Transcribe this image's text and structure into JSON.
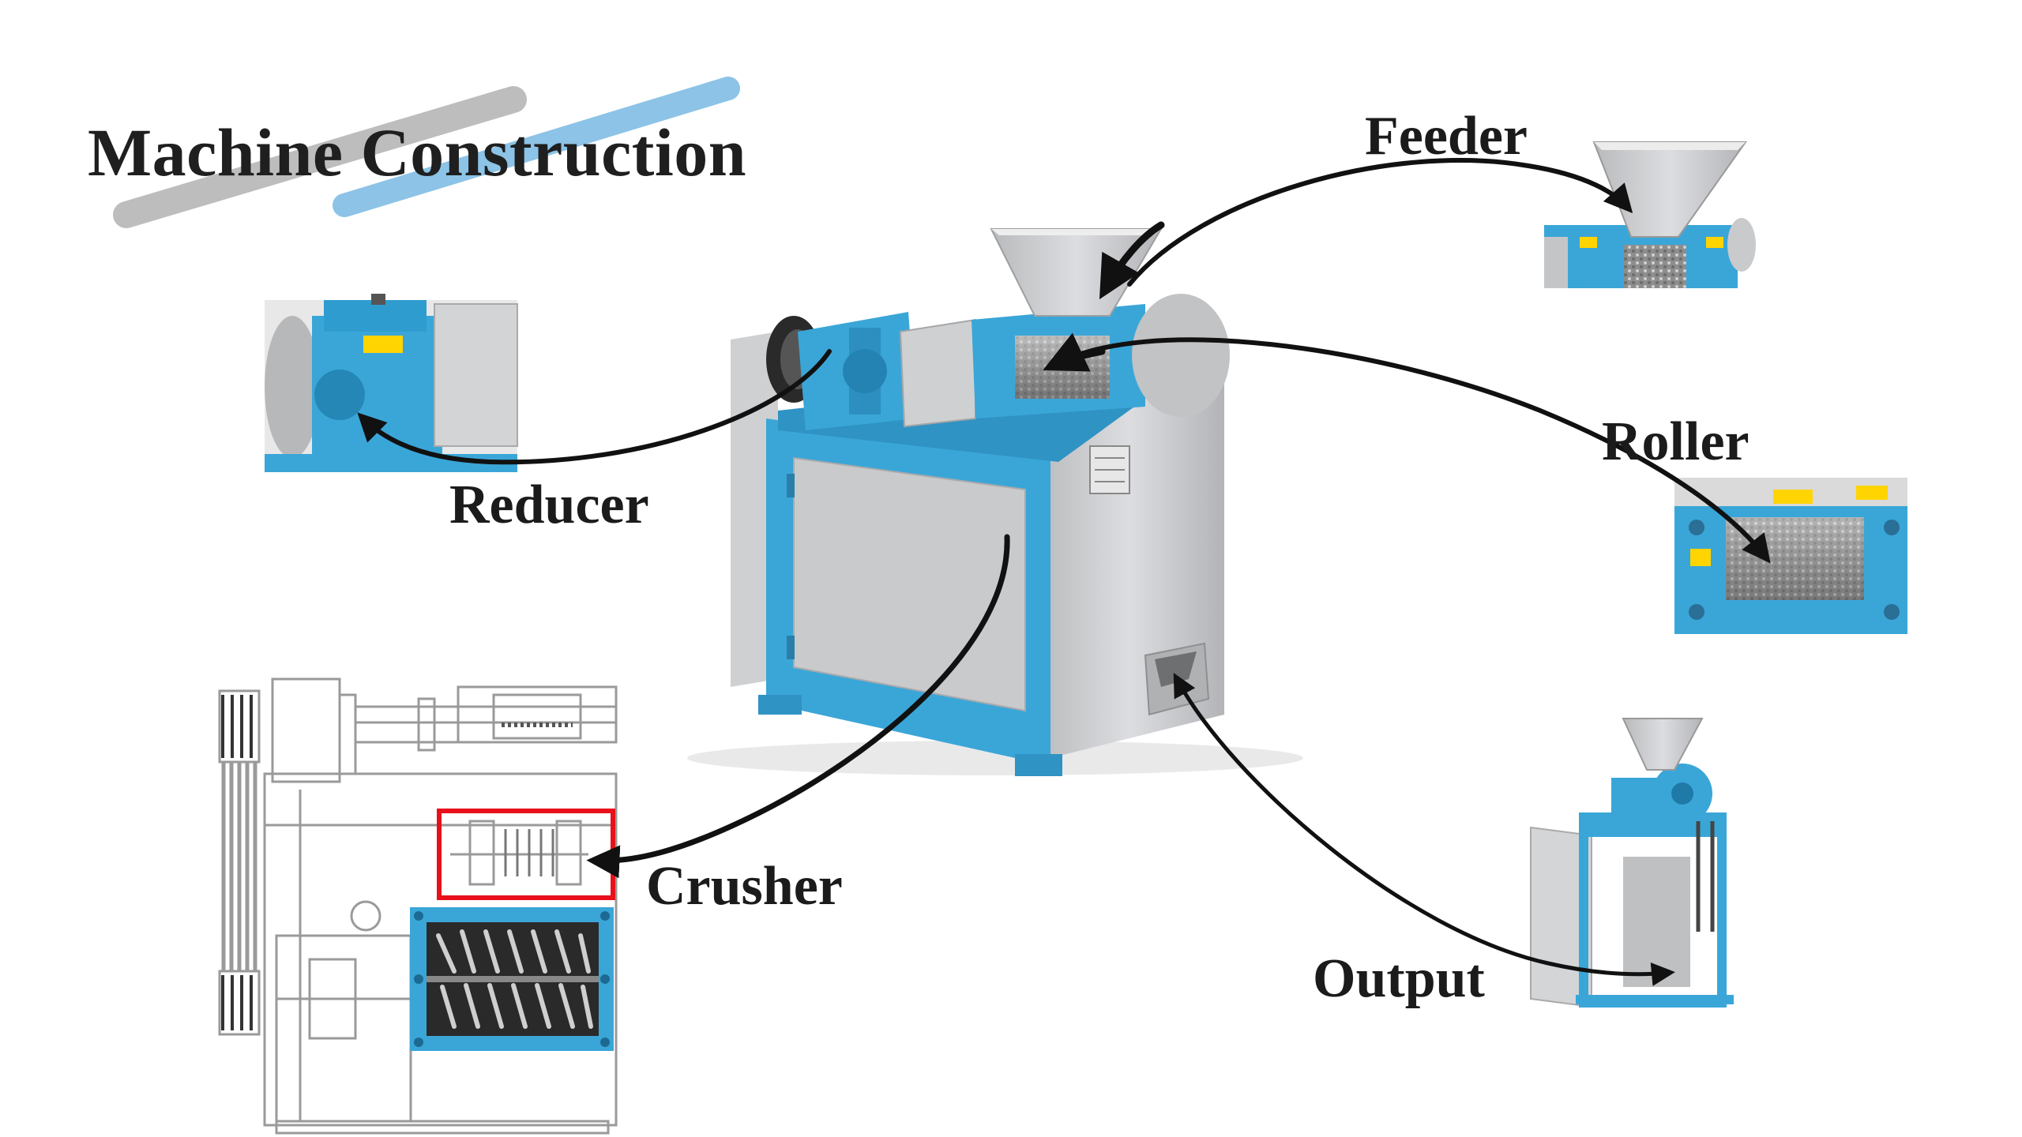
{
  "title": "Machine Construction",
  "components": {
    "feeder": "Feeder",
    "reducer": "Reducer",
    "roller": "Roller",
    "crusher": "Crusher",
    "output": "Output"
  },
  "colors": {
    "machine_blue": "#3aa6d8",
    "steel_gray": "#c8c9cb",
    "highlight_red": "#e8101a",
    "stroke_blue": "#8cc3e6",
    "stroke_gray": "#bdbdbd",
    "arrow_black": "#111111"
  }
}
